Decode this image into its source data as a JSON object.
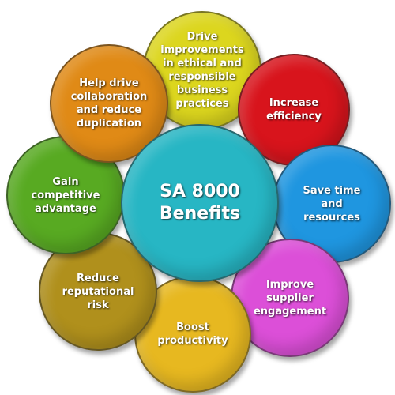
{
  "title": "SA 8000 Benefits",
  "nodes": [
    {
      "id": "top",
      "text": "Drive\nimprovements\nin ethical and\nresponsible\nbusiness\npractices",
      "color": "#dcd61e"
    },
    {
      "id": "tr",
      "text": "Increase\nefficiency",
      "color": "#d8141c"
    },
    {
      "id": "right",
      "text": "Save time\nand\nresources",
      "color": "#1f96e0"
    },
    {
      "id": "br",
      "text": "Improve\nsupplier\nengagement",
      "color": "#dc4fd8"
    },
    {
      "id": "bottom",
      "text": "Boost\nproductivity",
      "color": "#e7b820"
    },
    {
      "id": "bl",
      "text": "Reduce\nreputational\nrisk",
      "color": "#b0901c"
    },
    {
      "id": "left",
      "text": "Gain\ncompetitive\nadvantage",
      "color": "#58aa22"
    },
    {
      "id": "tl",
      "text": "Help drive\ncollaboration\nand reduce\nduplication",
      "color": "#e08a16"
    }
  ],
  "center_color": "#27b6c4"
}
